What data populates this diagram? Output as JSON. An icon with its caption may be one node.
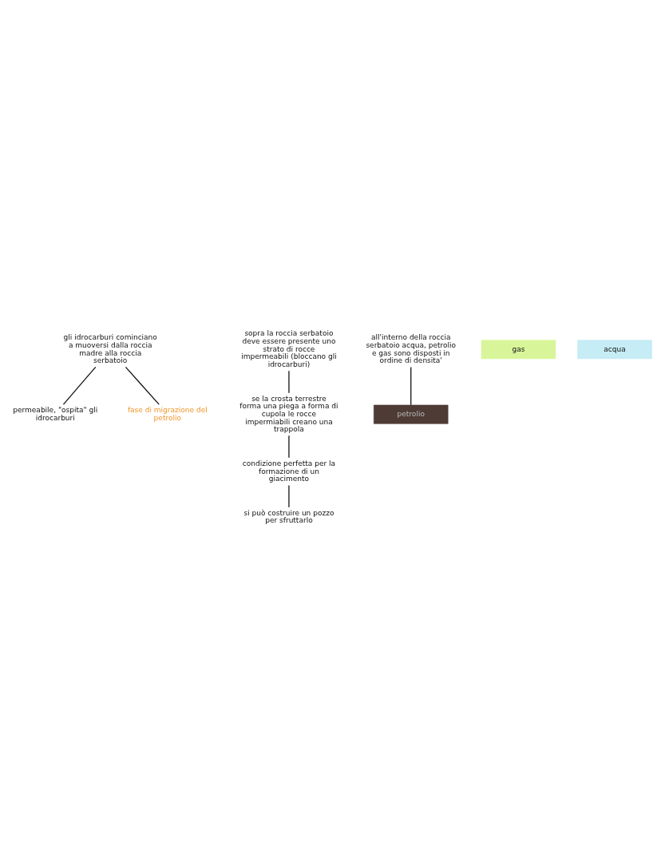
{
  "diagram": {
    "nodes": [
      {
        "text": [
          "gli idrocarburi cominciano a muoversi dalla roccia madre alla roccia serbatoio"
        ]
      },
      {
        "text": [
          "permeabile, \"ospita\" gli idrocarburi"
        ]
      },
      {
        "text": [
          "fase di migrazione del petrolio"
        ]
      },
      {
        "text": [
          "sopra la roccia serbatoio deve essere presente uno strato di rocce impermeabili (bloccano gli idrocarburi)"
        ]
      },
      {
        "text": [
          "se la crosta terrestre forma una piega a forma di cupola le rocce impermiabili creano una trappola"
        ]
      },
      {
        "text": [
          "condizione perfetta per la formazione di un giacimento"
        ]
      },
      {
        "text": [
          "si può costruire un pozzo per sfruttarlo"
        ]
      },
      {
        "text": [
          "all'interno della roccia serbatoio acqua, petrolio e gas sono disposti in ordine di densita'"
        ]
      },
      {
        "text": [
          "gas"
        ]
      },
      {
        "text": [
          "petrolio"
        ]
      },
      {
        "text": [
          "acqua"
        ]
      }
    ],
    "edges": [
      {
        "from": 0,
        "to": 1,
        "arrow": "none"
      },
      {
        "from": 0,
        "to": 2,
        "arrow": "none"
      },
      {
        "from": 3,
        "to": 4,
        "arrow": "none"
      },
      {
        "from": 4,
        "to": 5,
        "arrow": "none"
      },
      {
        "from": 5,
        "to": 6,
        "arrow": "none"
      },
      {
        "from": 7,
        "to": 9,
        "arrow": "none"
      }
    ]
  }
}
